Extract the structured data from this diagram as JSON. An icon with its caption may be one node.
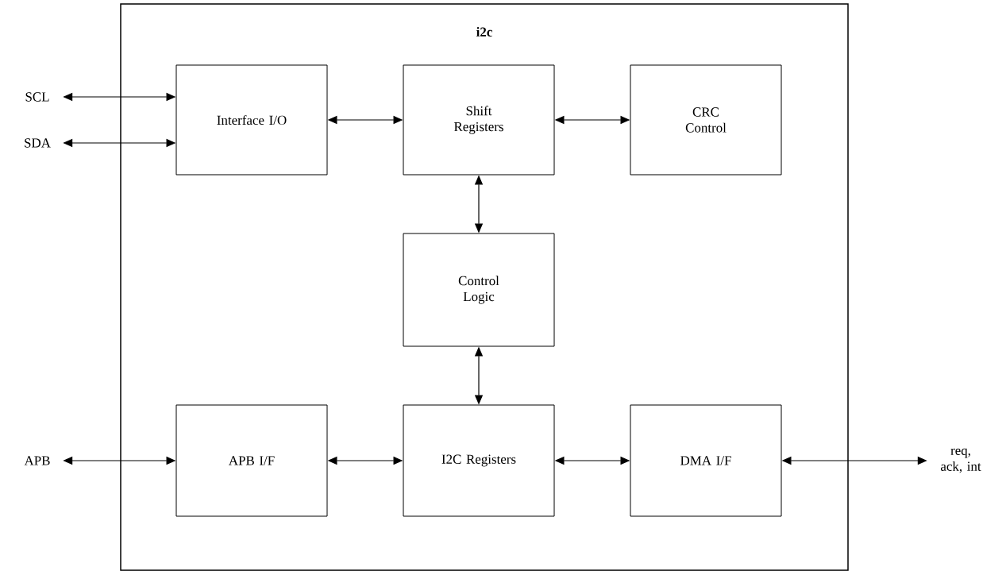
{
  "diagram": {
    "nodes": [
      {
        "text": [
          "i2c"
        ]
      },
      {
        "text": [
          "Interface I/O"
        ],
        "in": 0
      },
      {
        "text": [
          "Shift Registers"
        ],
        "in": 0
      },
      {
        "text": [
          "CRC Control"
        ],
        "in": 0
      },
      {
        "text": [
          "Control Logic"
        ],
        "in": 0
      },
      {
        "text": [
          "APB I/F"
        ],
        "in": 0
      },
      {
        "text": [
          "I2C Registers"
        ],
        "in": 0
      },
      {
        "text": [
          "DMA I/F"
        ],
        "in": 0
      },
      {
        "text": [
          "SCL"
        ]
      },
      {
        "text": [
          "SDA"
        ]
      },
      {
        "text": [
          "APB"
        ]
      },
      {
        "text": [
          "req, ack, int"
        ]
      }
    ],
    "edges": [
      {
        "from": 8,
        "to": 1,
        "arrow": "both"
      },
      {
        "from": 9,
        "to": 1,
        "arrow": "both"
      },
      {
        "from": 1,
        "to": 2,
        "arrow": "both"
      },
      {
        "from": 2,
        "to": 3,
        "arrow": "both"
      },
      {
        "from": 2,
        "to": 4,
        "arrow": "both"
      },
      {
        "from": 4,
        "to": 6,
        "arrow": "both"
      },
      {
        "from": 10,
        "to": 5,
        "arrow": "both"
      },
      {
        "from": 5,
        "to": 6,
        "arrow": "both"
      },
      {
        "from": 6,
        "to": 7,
        "arrow": "both"
      },
      {
        "from": 7,
        "to": 11,
        "arrow": "both"
      }
    ]
  }
}
